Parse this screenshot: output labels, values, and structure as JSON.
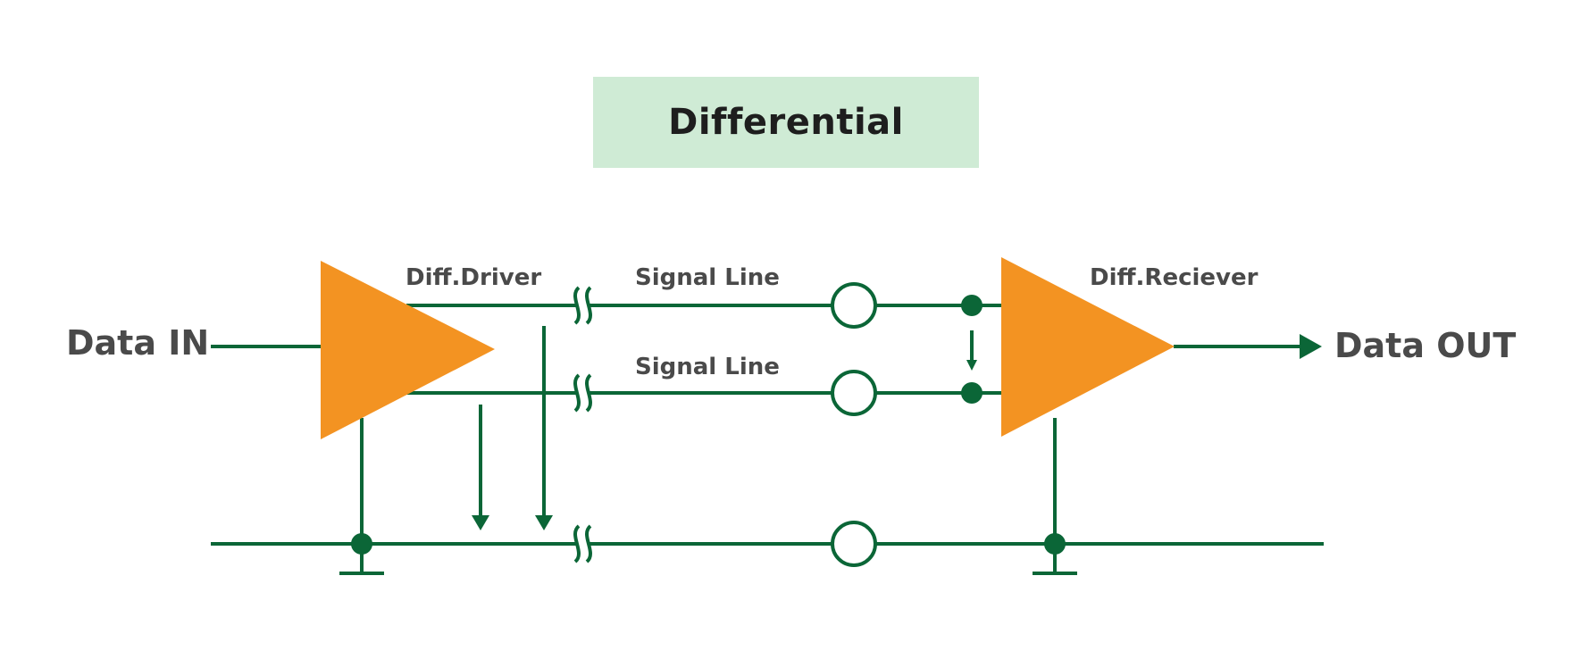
{
  "title": "Differential",
  "labels": {
    "data_in": "Data IN",
    "data_out": "Data OUT",
    "driver": "Diff.Driver",
    "receiver": "Diff.Reciever",
    "signal_line_top": "Signal Line",
    "signal_line_bottom": "Signal Line"
  },
  "components": [
    {
      "id": "driver",
      "type": "differential-driver",
      "icon": "amplifier-triangle"
    },
    {
      "id": "receiver",
      "type": "differential-receiver",
      "icon": "amplifier-triangle"
    },
    {
      "id": "signal-line-positive",
      "type": "transmission-line"
    },
    {
      "id": "signal-line-negative",
      "type": "transmission-line"
    },
    {
      "id": "ground-line",
      "type": "ground-reference"
    },
    {
      "id": "driver-ground",
      "icon": "ground-symbol"
    },
    {
      "id": "receiver-ground",
      "icon": "ground-symbol"
    }
  ],
  "colors": {
    "wire": "#0b6637",
    "amplifier": "#f39322",
    "title_bg": "#cfebd5",
    "title_text": "#1e1e1e",
    "label_text": "#4a4a4a",
    "background": "#ffffff"
  }
}
